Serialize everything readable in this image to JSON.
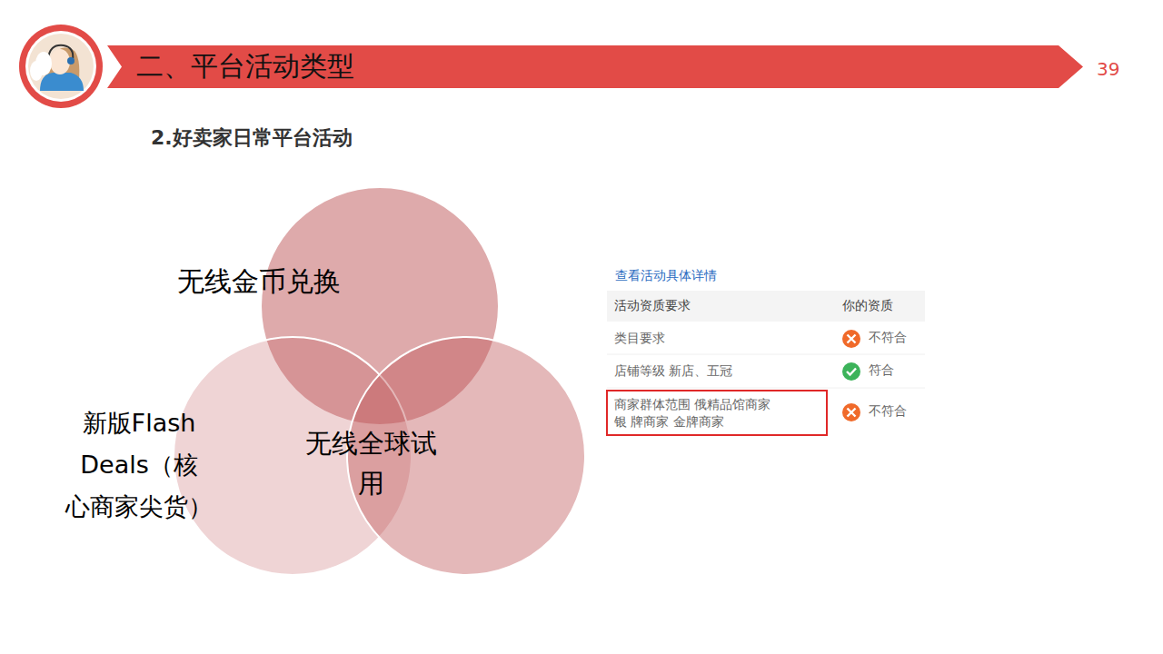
{
  "diagram": {
    "title": "二、平台活动类型",
    "nodes": [
      {
        "text": [
          "无线金币兑换"
        ]
      },
      {
        "text": [
          "新版Flash Deals（核 心商家尖货）"
        ]
      },
      {
        "text": [
          "无线全球试 用"
        ]
      },
      {
        "text": [
          "商家群体范围 俄精品馆商家 银 牌商家 金牌商家"
        ]
      }
    ],
    "labels": [
      "2.好卖家日常平台活动",
      "39",
      "查看活动具体详情",
      "活动资质要求",
      "你的资质",
      "类目要求",
      "不符合",
      "店铺等级 新店、五冠",
      "符合",
      "不符合"
    ]
  }
}
